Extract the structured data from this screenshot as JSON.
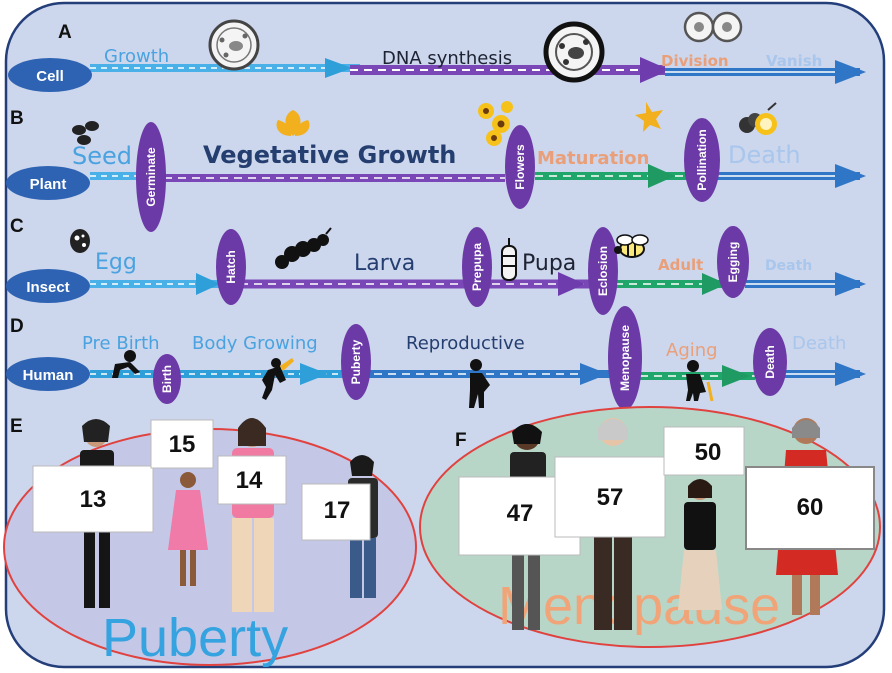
{
  "colors": {
    "background": "#ccd6ec",
    "frame": "#243e7a",
    "oval": "#6c3aa6",
    "entity_oval": "#2e63b3",
    "arrow_blue": "#2f76c6",
    "arrow_light": "#4ab0e8",
    "arrow_purple": "#7a48b6",
    "arrow_green": "#20a56a",
    "text_blue": "#4aa3e0",
    "text_dark": "#243e70",
    "text_orange": "#e9a07a",
    "text_pale": "#a9c6ec",
    "puberty_fill": "#c5c7e6",
    "menopause_fill": "#b7d6c8",
    "ellipse_stroke": "#e0423f",
    "puberty_text": "#35a3df",
    "menopause_text": "#f1a477"
  },
  "panels": {
    "A": "A",
    "B": "B",
    "C": "C",
    "D": "D",
    "E": "E",
    "F": "F"
  },
  "row_a": {
    "entity": "Cell",
    "growth": "Growth",
    "dna": "DNA synthesis",
    "division": "Division",
    "vanish": "Vanish"
  },
  "row_b": {
    "entity": "Plant",
    "seed": "Seed",
    "germinate": "Germinate",
    "vegetative": "Vegetative Growth",
    "flowers": "Flowers",
    "maturation": "Maturation",
    "pollination": "Pollination",
    "death": "Death"
  },
  "row_c": {
    "entity": "Insect",
    "egg": "Egg",
    "hatch": "Hatch",
    "larva": "Larva",
    "prepupa": "Prepupa",
    "pupa": "Pupa",
    "eclosion": "Eclosion",
    "adult": "Adult",
    "egging": "Egging",
    "death": "Death"
  },
  "row_d": {
    "entity": "Human",
    "prebirth": "Pre Birth",
    "birth": "Birth",
    "body_growing": "Body Growing",
    "puberty": "Puberty",
    "reproductive": "Reproductive",
    "menopause": "Menopause",
    "aging": "Aging",
    "death_oval": "Death",
    "death": "Death"
  },
  "panel_e": {
    "title": "Puberty",
    "ages": [
      "13",
      "15",
      "14",
      "17"
    ]
  },
  "panel_f": {
    "title": "Menopause",
    "ages": [
      "47",
      "57",
      "50",
      "60"
    ]
  },
  "icons": [
    "cell-icon",
    "dividing-cells-icon",
    "seeds-icon",
    "leaf-icon",
    "flowers-icon",
    "fruit-icon",
    "egg-icon",
    "caterpillar-icon",
    "pupa-icon",
    "bee-icon",
    "crawling-baby-icon",
    "running-child-icon",
    "pregnant-woman-icon",
    "elderly-person-icon"
  ]
}
